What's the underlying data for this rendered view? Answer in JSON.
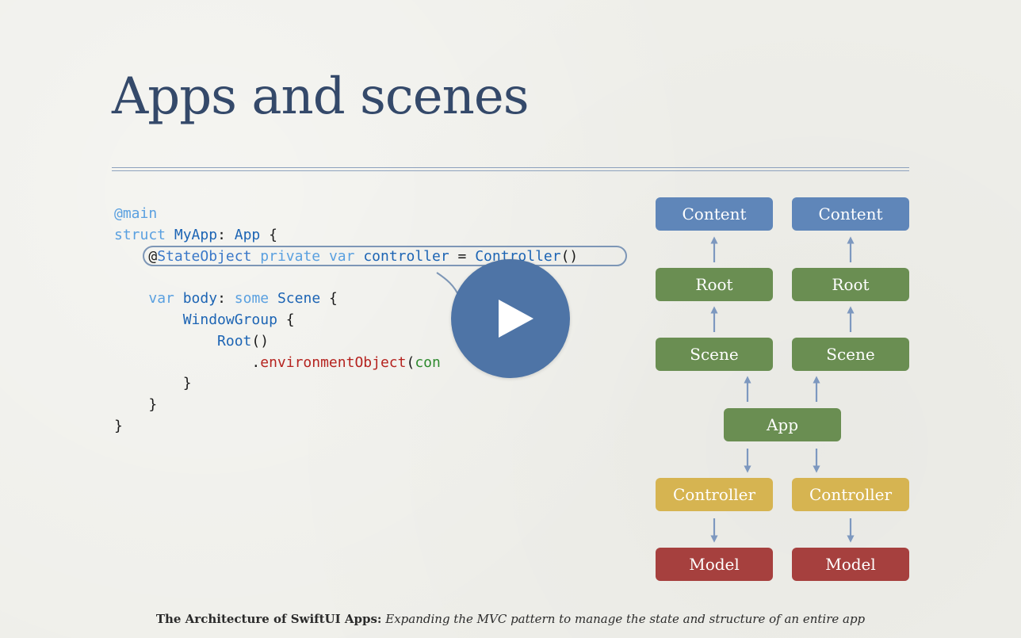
{
  "slide": {
    "title": "Apps and scenes"
  },
  "code": {
    "l1_attr": "@main",
    "l2_kw": "struct",
    "l2_type": "MyApp",
    "l2_colon": ": ",
    "l2_type2": "App",
    "l2_brace": " {",
    "l3_at": "@",
    "l3_attr": "StateObject",
    "l3_sp1": " ",
    "l3_kw1": "private",
    "l3_sp2": " ",
    "l3_kw2": "var",
    "l3_sp3": " ",
    "l3_id": "controller",
    "l3_eq": " = ",
    "l3_type": "Controller",
    "l3_call": "()",
    "l5_kw1": "var",
    "l5_sp1": " ",
    "l5_id": "body",
    "l5_colon": ": ",
    "l5_kw2": "some",
    "l5_sp2": " ",
    "l5_type": "Scene",
    "l5_brace": " {",
    "l6_type": "WindowGroup",
    "l6_brace": " {",
    "l7_type": "Root",
    "l7_call": "()",
    "l8_dot": ".",
    "l8_mem": "environmentObject",
    "l8_paren": "(",
    "l8_arg": "con",
    "l9": "}",
    "l10": "}",
    "l11": "}"
  },
  "diagram": {
    "left": {
      "content": "Content",
      "root": "Root",
      "scene": "Scene",
      "controller": "Controller",
      "model": "Model"
    },
    "right": {
      "content": "Content",
      "root": "Root",
      "scene": "Scene",
      "controller": "Controller",
      "model": "Model"
    },
    "app": "App"
  },
  "caption": {
    "bold": "The Architecture of SwiftUI Apps:",
    "italic": "Expanding the MVC pattern to manage the state and structure of an entire app"
  },
  "colors": {
    "title": "#34496a",
    "view_box": "#5f86b9",
    "structure_box": "#6a8e52",
    "controller_box": "#d6b451",
    "model_box": "#a6403e",
    "play_button": "#4e74a6"
  },
  "icons": {
    "play": "play-icon"
  }
}
